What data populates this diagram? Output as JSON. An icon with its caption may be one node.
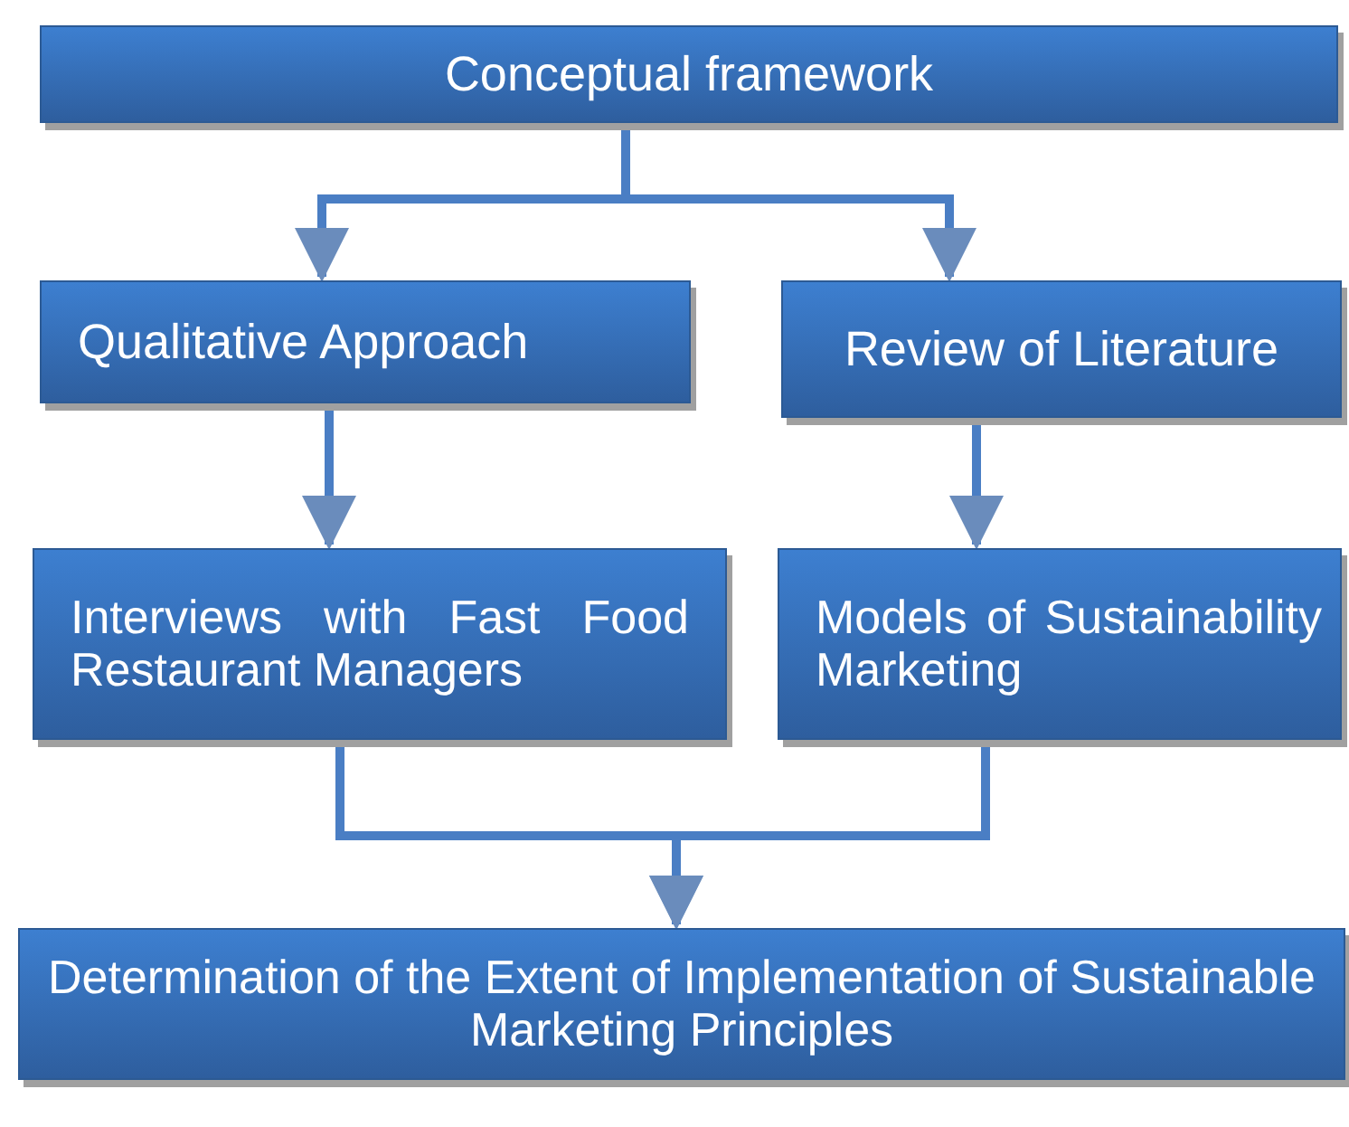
{
  "diagram": {
    "nodes": [
      {
        "text": [
          "Conceptual framework"
        ]
      },
      {
        "text": [
          "Qualitative  Approach"
        ]
      },
      {
        "text": [
          "Review of Literature"
        ]
      },
      {
        "text": [
          "Interviews with Fast Food Restaurant Managers"
        ]
      },
      {
        "text": [
          "Models of Sustainability Marketing"
        ]
      },
      {
        "text": [
          "Determination of the Extent of Implementation of Sustainable Marketing Principles"
        ]
      }
    ],
    "edges": [
      {
        "from": 0,
        "to": 1,
        "arrow": "to"
      },
      {
        "from": 0,
        "to": 2,
        "arrow": "to"
      },
      {
        "from": 1,
        "to": 3,
        "arrow": "to"
      },
      {
        "from": 2,
        "to": 4,
        "arrow": "to"
      },
      {
        "from": 3,
        "to": 5,
        "arrow": "to"
      },
      {
        "from": 4,
        "to": 5,
        "arrow": "to"
      }
    ]
  }
}
